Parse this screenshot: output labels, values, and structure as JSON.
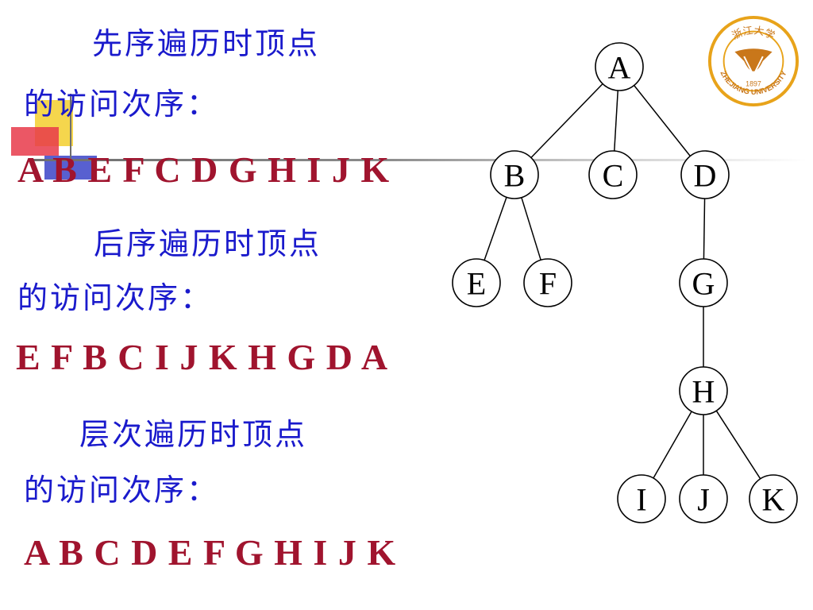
{
  "slide": {
    "preorder": {
      "label_line1": "先序遍历时顶点",
      "label_line2": "的访问次序：",
      "sequence": "A B E F C D G H I J K"
    },
    "postorder": {
      "label_line1": "后序遍历时顶点",
      "label_line2": "的访问次序：",
      "sequence": "E F B C I J K H G D A"
    },
    "levelorder": {
      "label_line1": "层次遍历时顶点",
      "label_line2": "的访问次序：",
      "sequence": "A B C D E F G H I J K"
    }
  },
  "tree": {
    "nodes": [
      {
        "id": "A"
      },
      {
        "id": "B"
      },
      {
        "id": "C"
      },
      {
        "id": "D"
      },
      {
        "id": "E"
      },
      {
        "id": "F"
      },
      {
        "id": "G"
      },
      {
        "id": "H"
      },
      {
        "id": "I"
      },
      {
        "id": "J"
      },
      {
        "id": "K"
      }
    ],
    "edges": [
      [
        "A",
        "B"
      ],
      [
        "A",
        "C"
      ],
      [
        "A",
        "D"
      ],
      [
        "B",
        "E"
      ],
      [
        "B",
        "F"
      ],
      [
        "D",
        "G"
      ],
      [
        "G",
        "H"
      ],
      [
        "H",
        "I"
      ],
      [
        "H",
        "J"
      ],
      [
        "H",
        "K"
      ]
    ]
  },
  "logo": {
    "name": "zhejiang-university-seal",
    "colors": {
      "ring": "#e8a31a",
      "emblem": "#c9771a",
      "background": "#ffffff"
    },
    "text_year": "1897",
    "text_name": "ZHEJIANG UNIVERSITY",
    "text_chinese": "浙江大学"
  },
  "colors": {
    "label": "#1a1acc",
    "sequence": "#a0142e",
    "background": "#ffffff"
  }
}
